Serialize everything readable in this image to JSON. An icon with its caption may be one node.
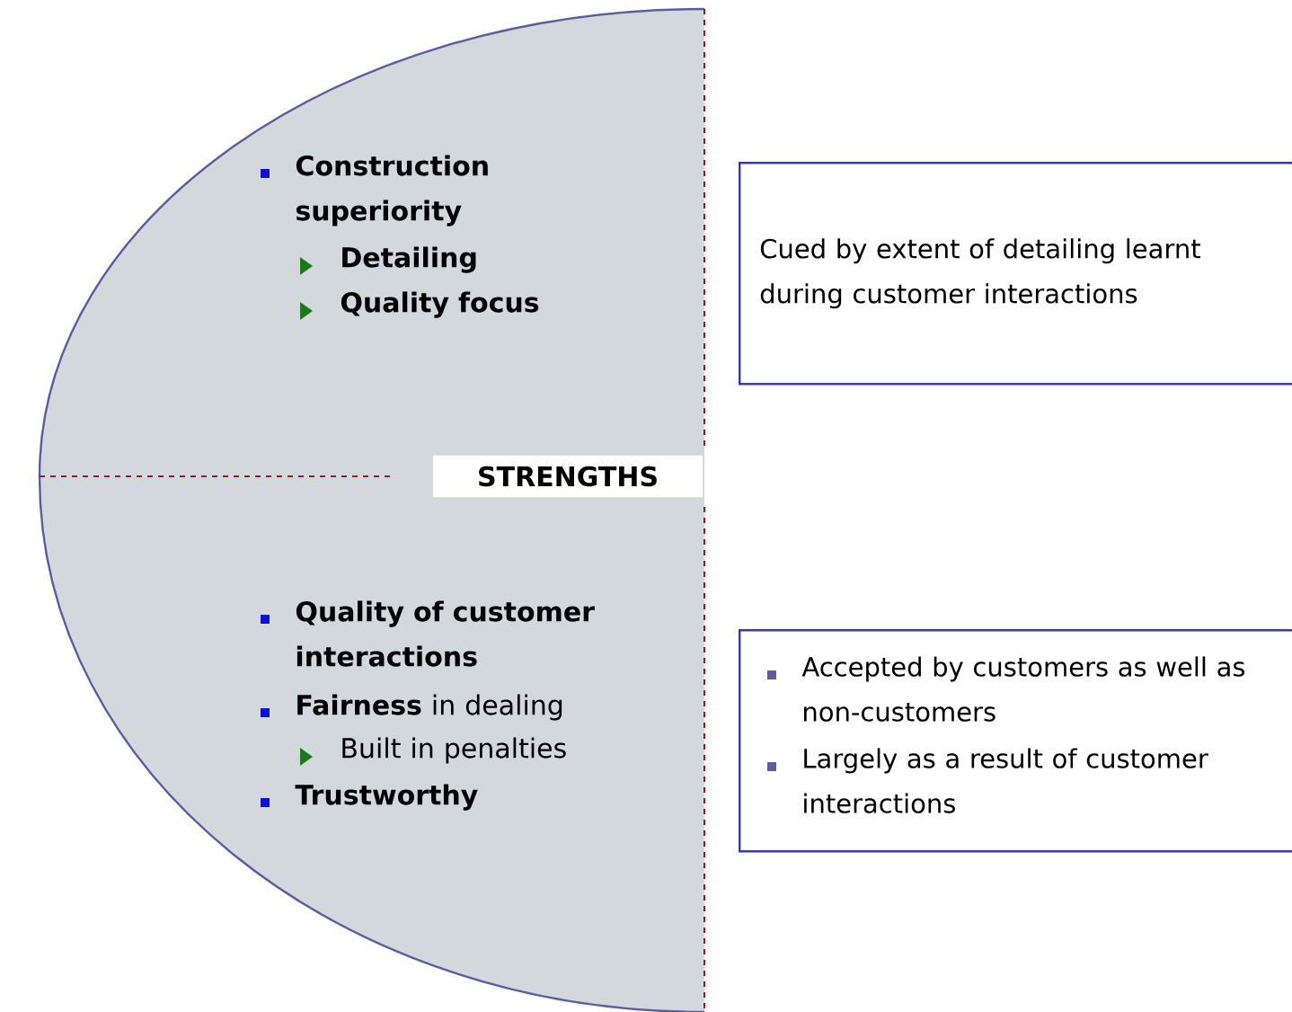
{
  "diagram": {
    "nodes": [
      {
        "text": [
          "Construction superiority",
          "Detailing",
          "Quality focus",
          "STRENGTHS",
          "Quality of customer interactions",
          "**Fairness** in dealing",
          "Built in penalties",
          "Trustworthy"
        ]
      },
      {
        "text": [
          "Cued by extent of detailing learnt during customer interactions"
        ]
      },
      {
        "text": [
          "Accepted by customers as well as non-customers",
          "Largely as a result of customer interactions"
        ]
      }
    ]
  }
}
